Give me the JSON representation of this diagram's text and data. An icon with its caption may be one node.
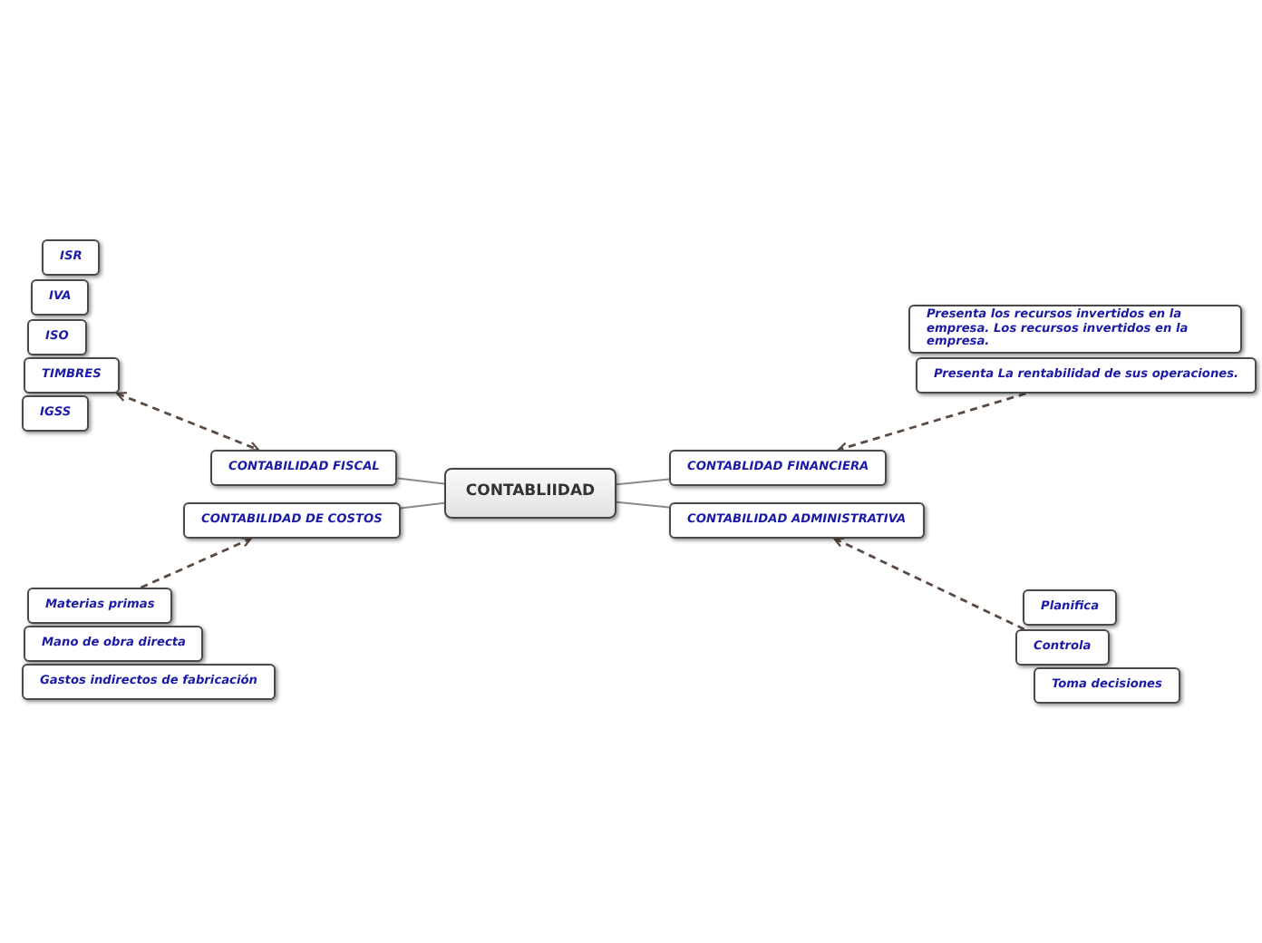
{
  "diagram": {
    "nodes": [
      {
        "text": [
          "CONTABLIIDAD"
        ]
      },
      {
        "text": [
          "CONTABILIDAD FISCAL"
        ]
      },
      {
        "text": [
          "CONTABILIDAD DE COSTOS"
        ]
      },
      {
        "text": [
          "CONTABLIDAD FINANCIERA"
        ]
      },
      {
        "text": [
          "CONTABILIDAD ADMINISTRATIVA"
        ]
      },
      {
        "text": [
          "ISR"
        ]
      },
      {
        "text": [
          "IVA"
        ]
      },
      {
        "text": [
          "ISO"
        ]
      },
      {
        "text": [
          "TIMBRES"
        ]
      },
      {
        "text": [
          "IGSS"
        ]
      },
      {
        "text": [
          "Presenta los recursos invertidos en la empresa. Los recursos invertidos en la empresa."
        ]
      },
      {
        "text": [
          "Presenta La rentabilidad de sus operaciones."
        ]
      },
      {
        "text": [
          "Materias primas"
        ]
      },
      {
        "text": [
          "Mano de obra directa"
        ]
      },
      {
        "text": [
          "Gastos indirectos de fabricación"
        ]
      },
      {
        "text": [
          "Planifica"
        ]
      },
      {
        "text": [
          "Controla"
        ]
      },
      {
        "text": [
          "Toma decisiones"
        ]
      }
    ],
    "edges": [
      {
        "from": 0,
        "to": 1,
        "arrow": "none"
      },
      {
        "from": 0,
        "to": 2,
        "arrow": "none"
      },
      {
        "from": 0,
        "to": 3,
        "arrow": "none"
      },
      {
        "from": 0,
        "to": 4,
        "arrow": "none"
      },
      {
        "from": 8,
        "to": 1,
        "arrow": "both",
        "style": "dashed",
        "color": "#5a4a42"
      },
      {
        "from": 11,
        "to": 3,
        "arrow": "to",
        "style": "dashed",
        "color": "#5a4a42"
      },
      {
        "from": 12,
        "to": 2,
        "arrow": "to",
        "style": "dashed",
        "color": "#5a4a42"
      },
      {
        "from": 16,
        "to": 4,
        "arrow": "to",
        "style": "dashed",
        "color": "#5a4a42"
      }
    ]
  }
}
